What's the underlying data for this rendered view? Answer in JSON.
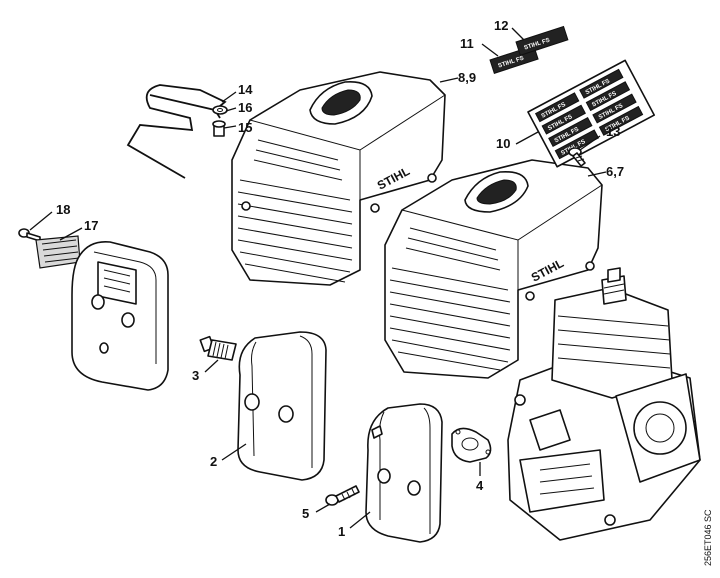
{
  "labels": {
    "l1": "1",
    "l2": "2",
    "l3": "3",
    "l4": "4",
    "l5": "5",
    "l67": "6,7",
    "l89": "8,9",
    "l10": "10",
    "l11": "11",
    "l12": "12",
    "l13": "13",
    "l14": "14",
    "l15": "15",
    "l16": "16",
    "l17": "17",
    "l18": "18"
  },
  "brand": "STIHL",
  "drawing_code": "256ET046 SC"
}
